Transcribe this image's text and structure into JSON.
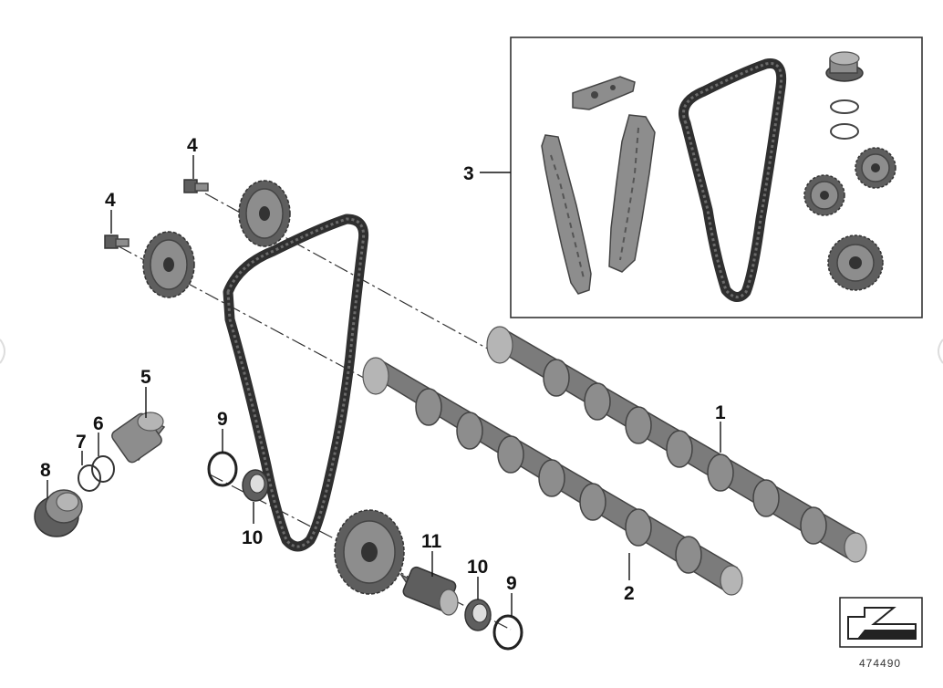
{
  "callouts": {
    "c1": "1",
    "c2": "2",
    "c3": "3",
    "c4a": "4",
    "c4b": "4",
    "c5": "5",
    "c6": "6",
    "c7": "7",
    "c8": "8",
    "c9a": "9",
    "c9b": "9",
    "c10a": "10",
    "c10b": "10",
    "c11": "11"
  },
  "diagram_number": "474490",
  "colors": {
    "part_fill": "#8d8d8d",
    "part_dark": "#5e5e5e",
    "outline": "#333333"
  }
}
